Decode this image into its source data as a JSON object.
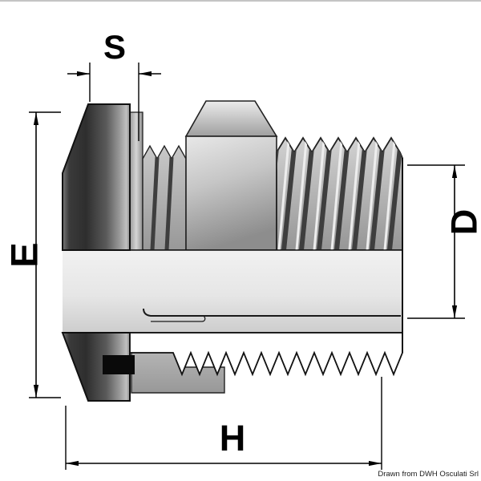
{
  "figure": {
    "type": "technical line drawing",
    "subject": "Threaded through-hull fitting with flange and hex nut, partial cross-section",
    "labels": {
      "s": "S",
      "e": "E",
      "d": "D",
      "h": "H"
    },
    "credit": "Drawn from DWH Osculati Srl"
  },
  "colors": {
    "background": "#ffffff",
    "line": "#111111",
    "flange_dark": "#2e2e2e",
    "metal_light": "#e8e8e8",
    "metal_mid": "#b5b5b5",
    "metal_dark": "#6f6f6f",
    "section_fill": "#ffffff",
    "notch": "#0a0a0a"
  }
}
